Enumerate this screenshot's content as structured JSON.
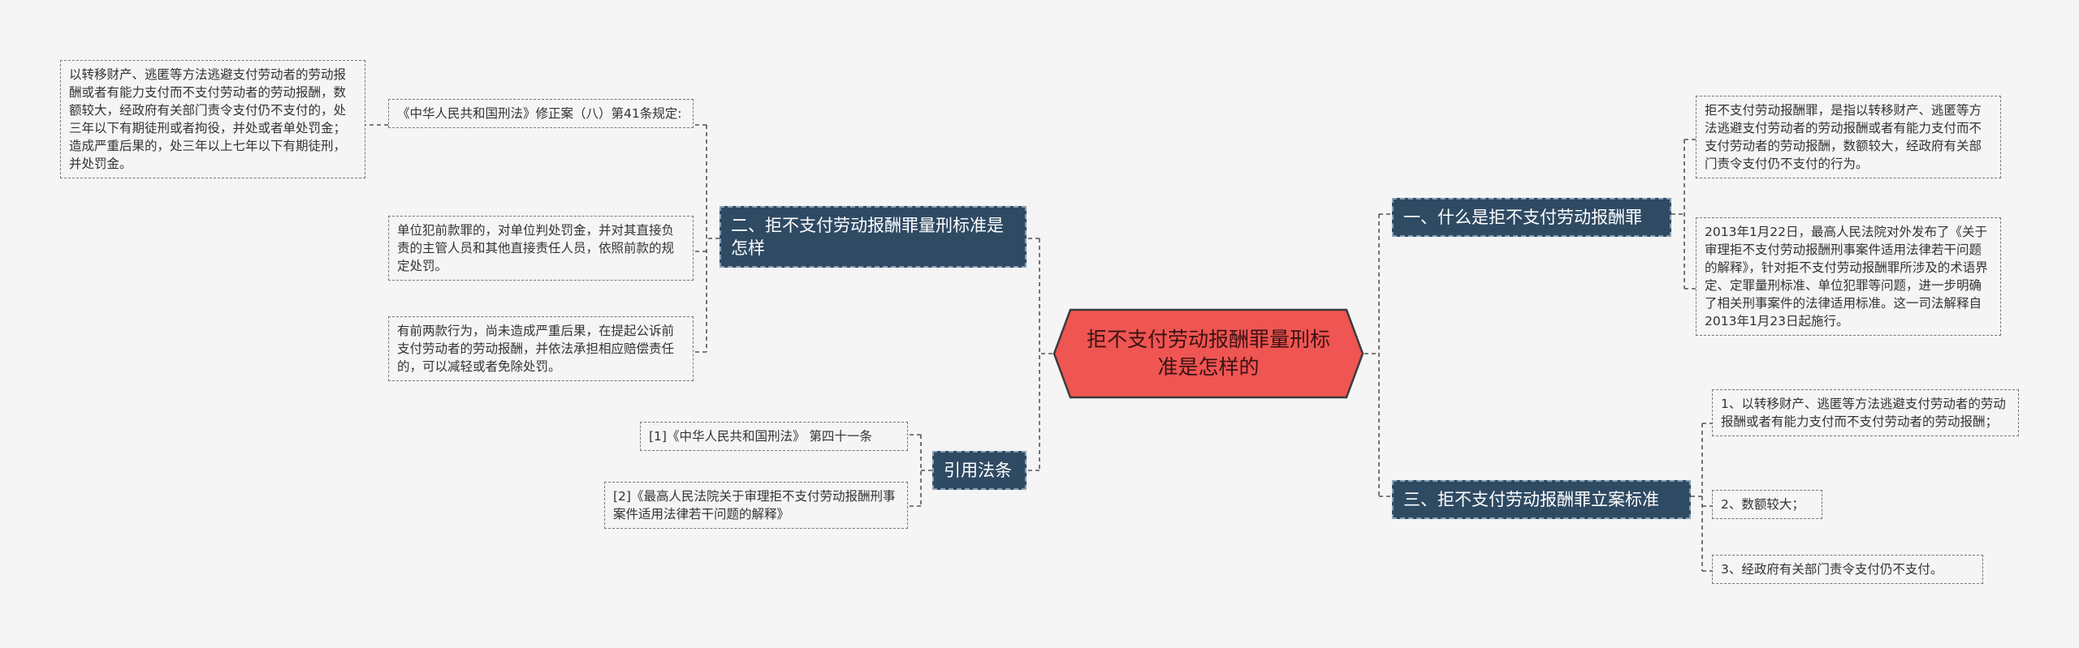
{
  "root": {
    "title": "拒不支付劳动报酬罪量刑标准是怎样的"
  },
  "right_branches": [
    {
      "title": "一、什么是拒不支付劳动报酬罪",
      "leaves": [
        "拒不支付劳动报酬罪，是指以转移财产、逃匿等方法逃避支付劳动者的劳动报酬或者有能力支付而不支付劳动者的劳动报酬，数额较大，经政府有关部门责令支付仍不支付的行为。",
        "2013年1月22日，最高人民法院对外发布了《关于审理拒不支付劳动报酬刑事案件适用法律若干问题的解释》，针对拒不支付劳动报酬罪所涉及的术语界定、定罪量刑标准、单位犯罪等问题，进一步明确了相关刑事案件的法律适用标准。这一司法解释自2013年1月23日起施行。"
      ]
    },
    {
      "title": "三、拒不支付劳动报酬罪立案标准",
      "leaves": [
        "1、以转移财产、逃匿等方法逃避支付劳动者的劳动报酬或者有能力支付而不支付劳动者的劳动报酬；",
        "2、数额较大；",
        "3、经政府有关部门责令支付仍不支付。"
      ]
    }
  ],
  "left_branches": [
    {
      "title": "二、拒不支付劳动报酬罪量刑标准是怎样",
      "leaves": [
        "《中华人民共和国刑法》修正案（八）第41条规定:",
        "单位犯前款罪的，对单位判处罚金，并对其直接负责的主管人员和其他直接责任人员，依照前款的规定处罚。",
        "有前两款行为，尚未造成严重后果，在提起公诉前支付劳动者的劳动报酬，并依法承担相应赔偿责任的，可以减轻或者免除处罚。"
      ],
      "sub_leaf": "以转移财产、逃匿等方法逃避支付劳动者的劳动报酬或者有能力支付而不支付劳动者的劳动报酬，数额较大，经政府有关部门责令支付仍不支付的，处三年以下有期徒刑或者拘役，并处或者单处罚金；造成严重后果的，处三年以上七年以下有期徒刑，并处罚金。"
    },
    {
      "title": "引用法条",
      "leaves": [
        "[1]《中华人民共和国刑法》 第四十一条",
        "[2]《最高人民法院关于审理拒不支付劳动报酬刑事案件适用法律若干问题的解释》"
      ]
    }
  ],
  "colors": {
    "background": "#f5f5f5",
    "root_fill": "#ef5552",
    "branch_fill": "#2f4a63",
    "connector": "#555555"
  }
}
